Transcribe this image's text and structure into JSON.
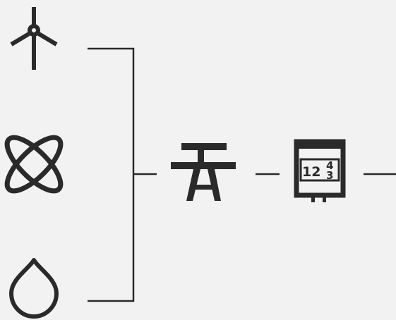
{
  "colors": {
    "background": "#f2f2f2",
    "stroke": "#2a2a2a"
  },
  "sources": [
    {
      "icon": "wind-turbine-icon"
    },
    {
      "icon": "atom-icon"
    },
    {
      "icon": "water-drop-icon"
    }
  ],
  "pipeline": [
    {
      "icon": "power-transmission-tower-icon"
    },
    {
      "icon": "electricity-meter-icon"
    }
  ],
  "meter": {
    "digits_main": "12",
    "digit_top": "4",
    "digit_bottom": "3"
  }
}
